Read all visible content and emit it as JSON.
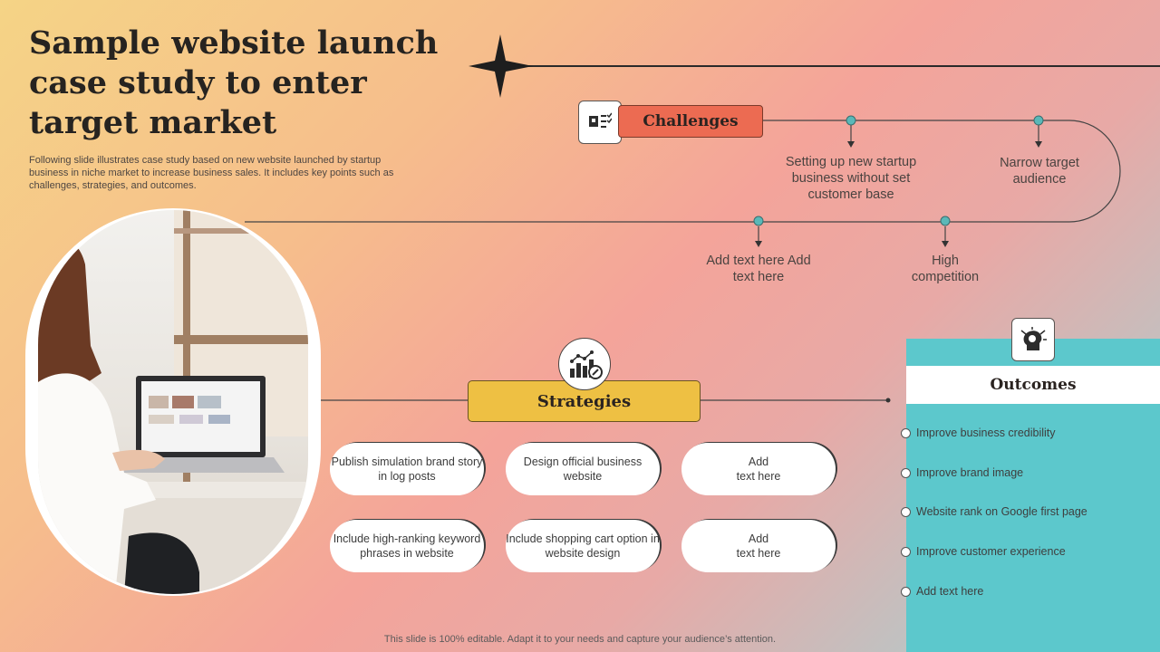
{
  "title": "Sample website launch case study to enter target market",
  "subtitle": "Following slide illustrates case study based on new website launched by startup business in niche market to increase business sales. It includes key points such as challenges, strategies, and outcomes.",
  "footer": "This slide is 100% editable. Adapt it to your needs and capture your audience’s attention.",
  "challenges": {
    "label": "Challenges",
    "icon": "checklist-icon",
    "notes": [
      "Setting up new startup business without set customer base",
      "Narrow target audience",
      "Add text here Add text here",
      "High competition"
    ]
  },
  "strategies": {
    "label": "Strategies",
    "icon": "growth-chart-icon",
    "items": [
      "Publish simulation brand story in log posts",
      "Design official business website",
      "Add text here",
      "Include high-ranking keyword phrases in website",
      "Include shopping cart option in website design",
      "Add text here"
    ]
  },
  "outcomes": {
    "label": "Outcomes",
    "icon": "head-idea-icon",
    "items": [
      "Improve  business credibility",
      "Improve  brand image",
      "Website rank on Google first page",
      "Improve  customer experience",
      "Add text here"
    ]
  },
  "colors": {
    "challenges": "#ec6b52",
    "strategies": "#eec043",
    "outcomes": "#5cc8cc",
    "marker": "#5ab8b8"
  }
}
